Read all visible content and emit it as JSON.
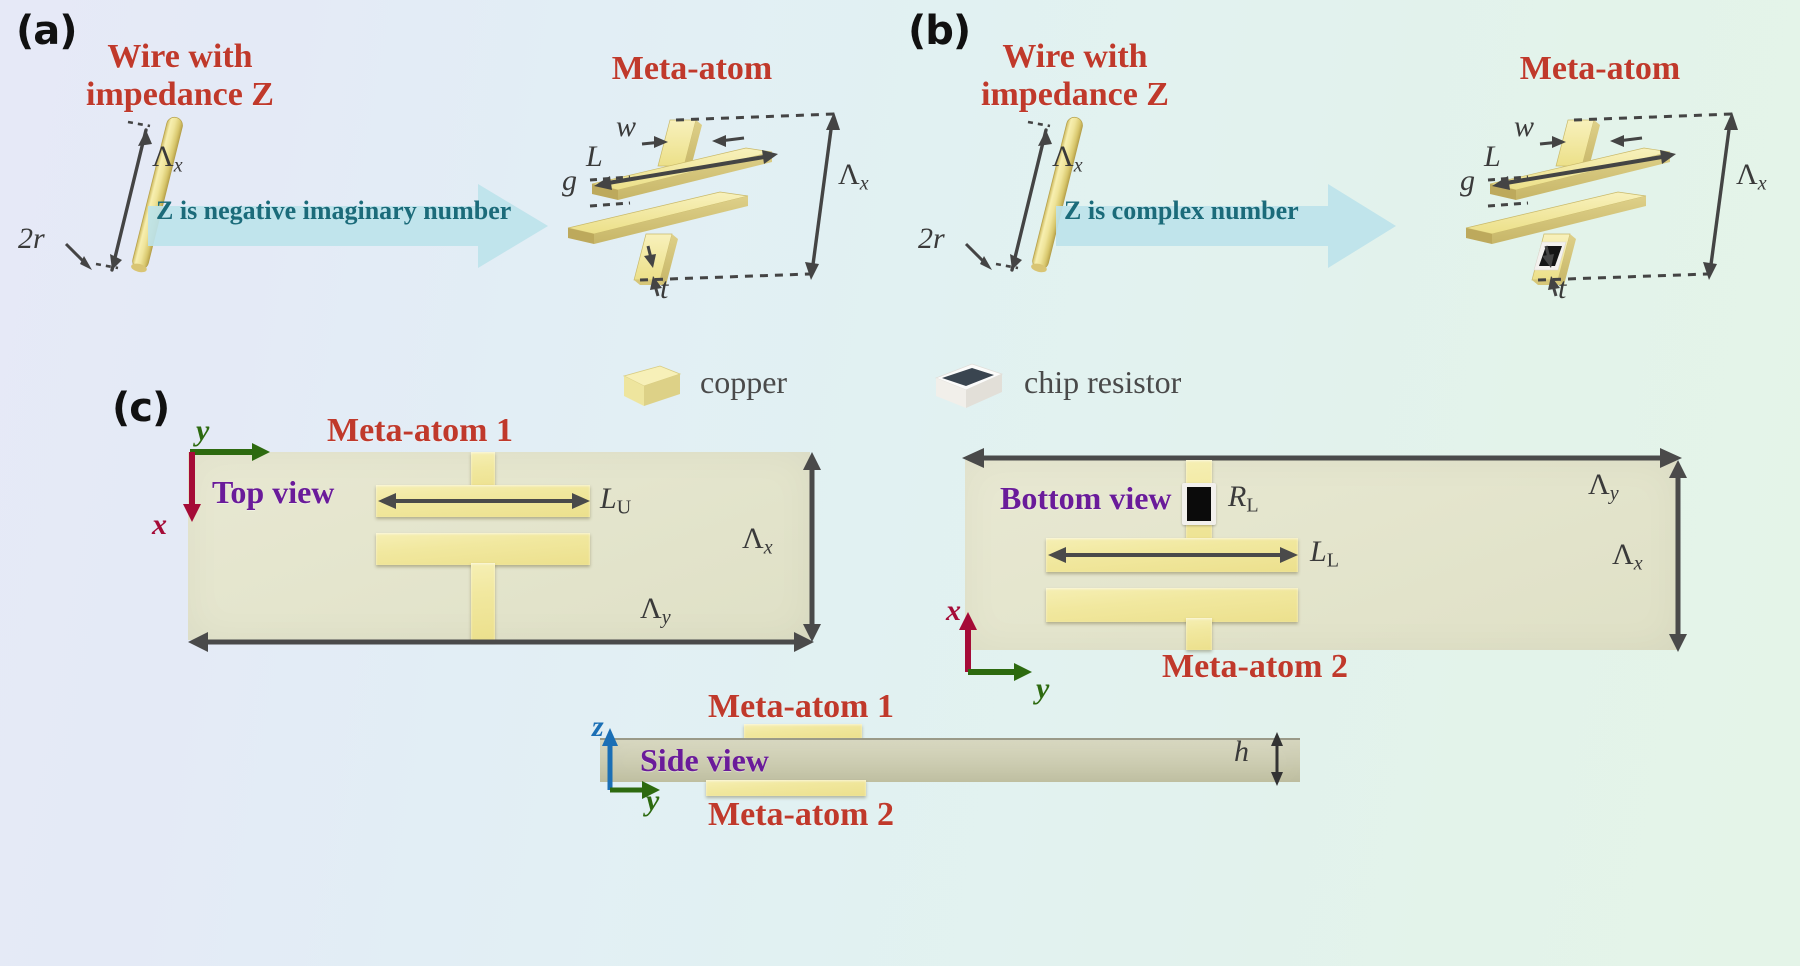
{
  "figure": {
    "background_left": "#e6e9f7",
    "background_right": "#e4f4e8",
    "accent_red": "#c0392b",
    "accent_teal": "#1b6b7a",
    "accent_purple": "#6a1b9a",
    "copper_color": "#f1e89f",
    "substrate_color": "#e4e5cd",
    "axis_x_color": "#a50b37",
    "axis_y_color": "#2d6a0f",
    "axis_z_color": "#1b6fb5",
    "dimension_color": "#4a4a4a"
  },
  "panel_a": {
    "tag": "(a)",
    "wire_title_line1": "Wire with",
    "wire_title_line2": "impedance Z",
    "wire_diameter_label": "2r",
    "wire_period_label": "Λ",
    "wire_period_sub": "x",
    "arrow_text": "Z is negative imaginary number",
    "meta_title": "Meta-atom",
    "dims": {
      "length": "L",
      "width": "w",
      "gap": "g",
      "thickness": "t",
      "period_x": "Λ",
      "period_x_sub": "x"
    }
  },
  "panel_b": {
    "tag": "(b)",
    "wire_title_line1": "Wire with",
    "wire_title_line2": "impedance Z",
    "wire_diameter_label": "2r",
    "wire_period_label": "Λ",
    "wire_period_sub": "x",
    "arrow_text": "Z is complex number",
    "meta_title": "Meta-atom",
    "dims": {
      "length": "L",
      "width": "w",
      "gap": "g",
      "thickness": "t",
      "period_x": "Λ",
      "period_x_sub": "x"
    }
  },
  "legend": {
    "copper_label": "copper",
    "chip_resistor_label": "chip resistor"
  },
  "panel_c": {
    "tag": "(c)",
    "top_view": {
      "label": "Top view",
      "title": "Meta-atom 1",
      "length_label": "L",
      "length_sub": "U",
      "period_x": "Λ",
      "period_x_sub": "x",
      "period_y": "Λ",
      "period_y_sub": "y",
      "axis_x": "x",
      "axis_y": "y"
    },
    "bottom_view": {
      "label": "Bottom view",
      "title": "Meta-atom 2",
      "resistor_label": "R",
      "resistor_sub": "L",
      "length_label": "L",
      "length_sub": "L",
      "period_x": "Λ",
      "period_x_sub": "x",
      "period_y": "Λ",
      "period_y_sub": "y",
      "axis_x": "x",
      "axis_y": "y"
    },
    "side_view": {
      "label": "Side view",
      "title_top": "Meta-atom 1",
      "title_bottom": "Meta-atom 2",
      "thickness_label": "h",
      "axis_y": "y",
      "axis_z": "z"
    }
  }
}
